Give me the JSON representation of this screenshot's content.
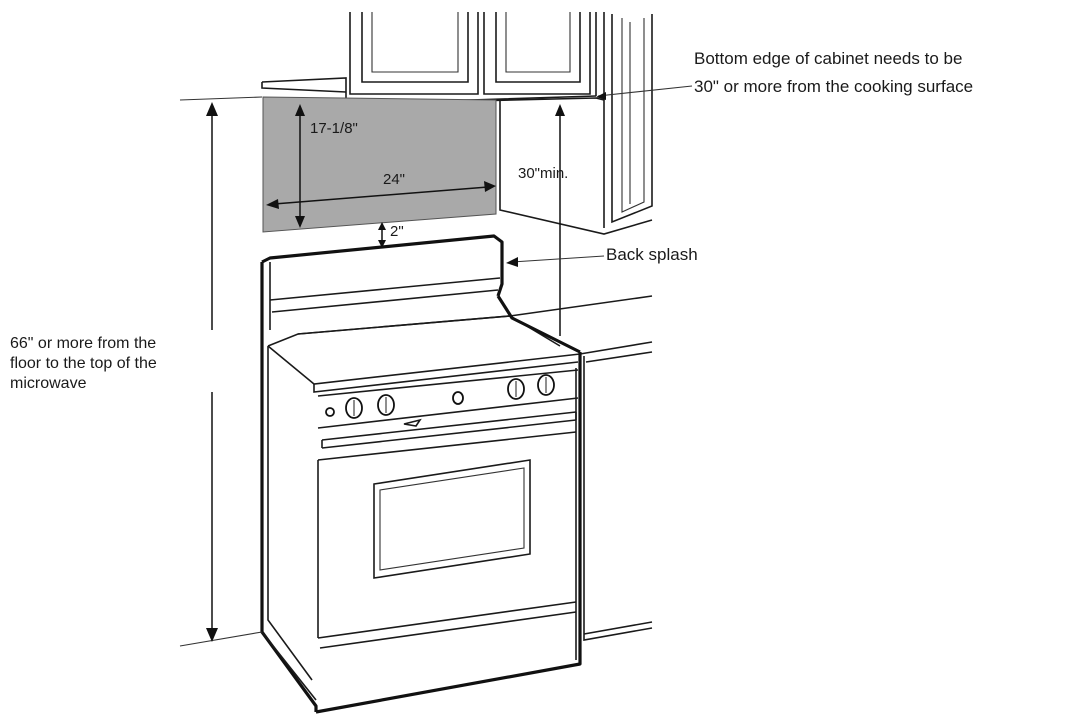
{
  "annotations": {
    "cabinet_note_line1": "Bottom edge of cabinet needs to be",
    "cabinet_note_line2": "30\" or more from the cooking surface",
    "microwave_height": "17-1/8\"",
    "microwave_width": "24\"",
    "clearance_min": "30\"min.",
    "gap": "2\"",
    "back_splash": "Back splash",
    "floor_note_line1": "66\" or more from the",
    "floor_note_line2": "floor to the top of the",
    "floor_note_line3": "microwave"
  },
  "colors": {
    "microwave_fill": "#a9a9a9",
    "line": "#1a1a1a",
    "background": "#ffffff"
  }
}
